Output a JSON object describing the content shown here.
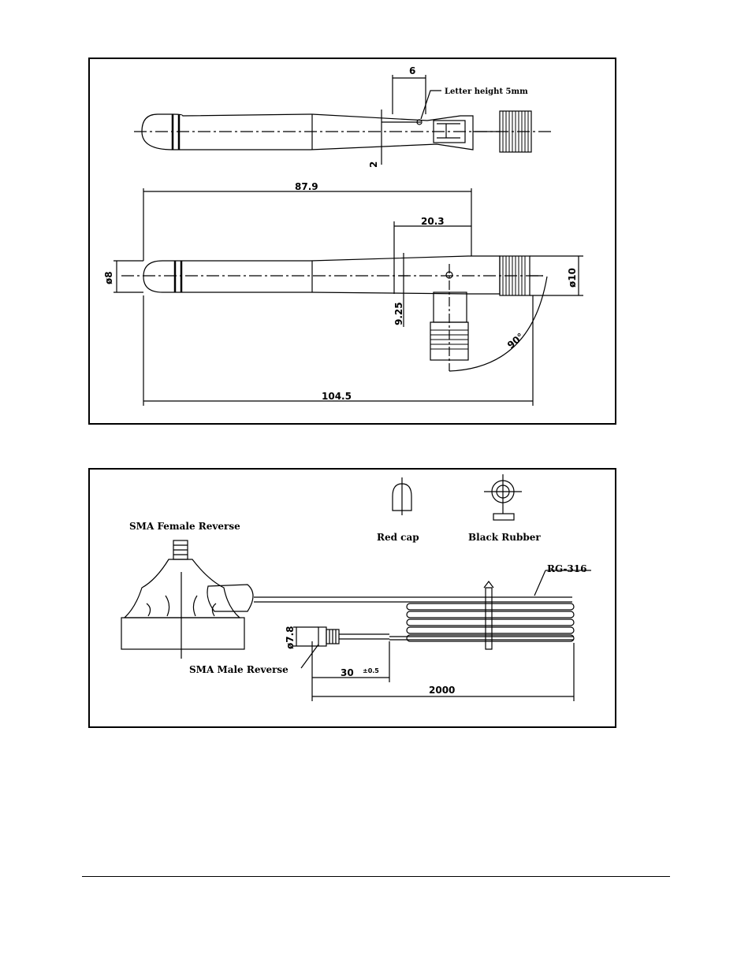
{
  "antenna_drawing": {
    "letter_height_note": "Letter height 5mm",
    "dims": {
      "top_width": "6",
      "top_offset": "2",
      "overall_straight": "87.9",
      "connector_offset": "20.3",
      "diameter_tip": "ø8",
      "diameter_connector": "ø10",
      "pivot_height": "9.25",
      "angle": "90°",
      "overall_length": "104.5"
    }
  },
  "base_drawing": {
    "labels": {
      "female": "SMA Female Reverse",
      "male": "SMA Male Reverse",
      "red_cap": "Red cap",
      "black_rubber": "Black Rubber",
      "cable": "RG-316"
    },
    "dims": {
      "connector_dia": "ø7.8",
      "strip_length": "30",
      "tolerance": "±0.5",
      "cable_length": "2000"
    }
  }
}
